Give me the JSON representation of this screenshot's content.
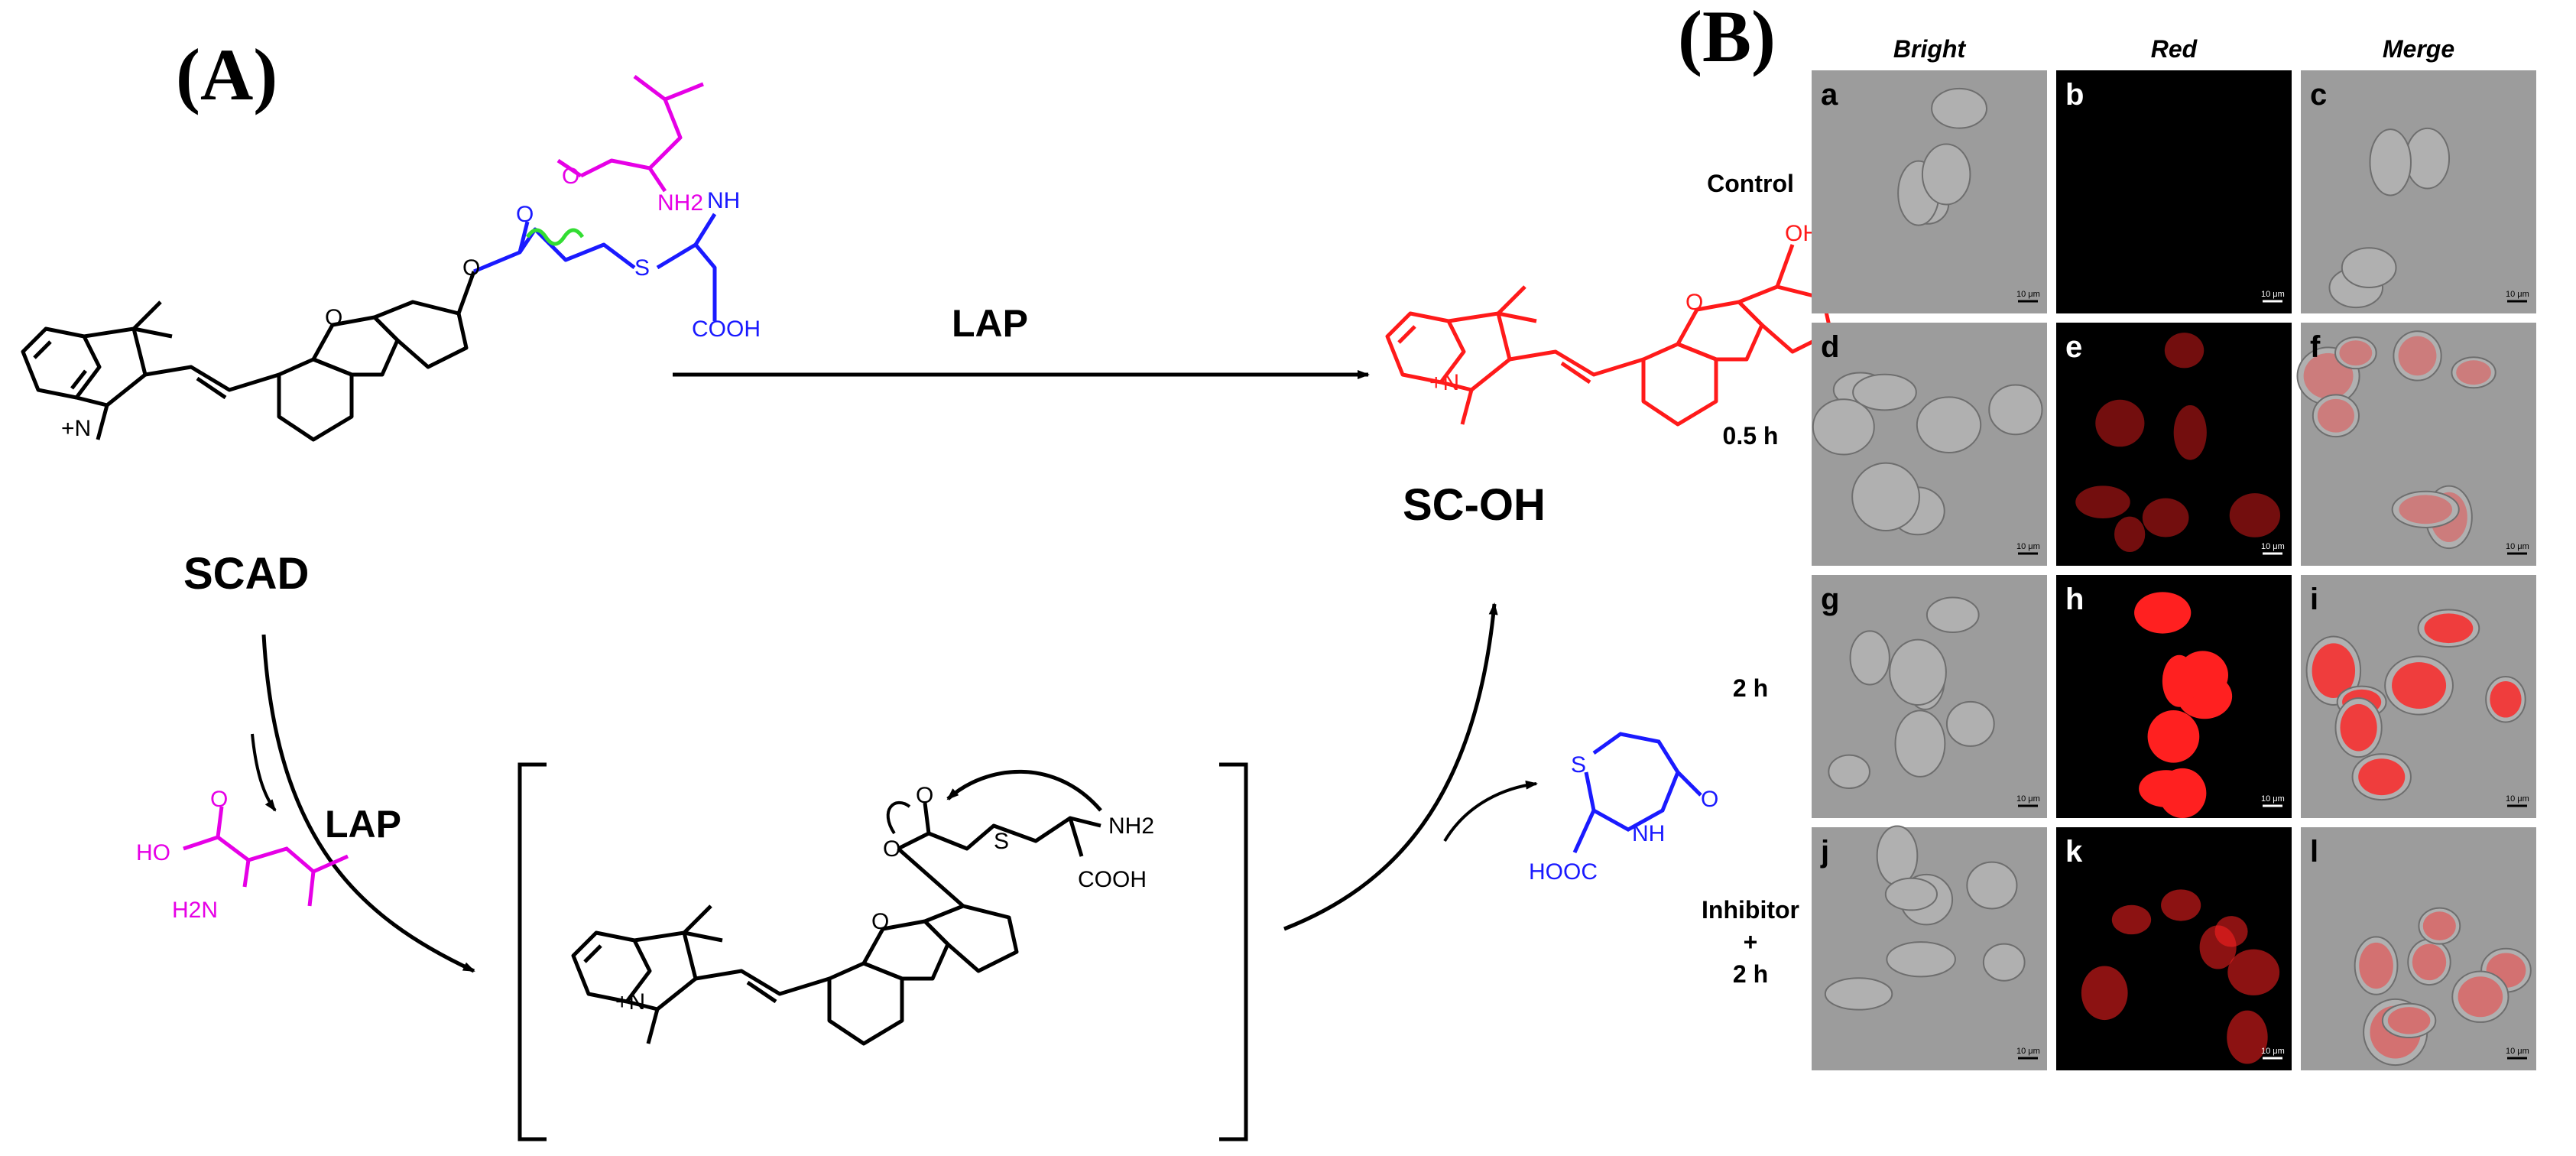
{
  "panel_a": {
    "label": "(A)",
    "reactant_name": "SCAD",
    "product_name": "SC-OH",
    "enzyme_label_top": "LAP",
    "enzyme_label_bottom": "LAP",
    "atoms": {
      "o": "O",
      "s": "S",
      "nh": "NH",
      "nh2": "NH2",
      "h2n": "H2N",
      "cooh": "COOH",
      "hooc": "HOOC",
      "ho": "HO",
      "oh": "OH",
      "n_plus": "+N"
    },
    "colors": {
      "leucine": "#e600e6",
      "cysteine_linker": "#1a1aff",
      "cleavage_mark": "#33dd33",
      "product": "#ff1a1a",
      "scaffold": "#000000"
    }
  },
  "panel_b": {
    "label": "(B)",
    "column_headers": [
      "Bright",
      "Red",
      "Merge"
    ],
    "row_labels": [
      "Control",
      "0.5 h",
      "2 h",
      "Inhibitor\n+\n2 h"
    ],
    "cells": [
      [
        "a",
        "b",
        "c"
      ],
      [
        "d",
        "e",
        "f"
      ],
      [
        "g",
        "h",
        "i"
      ],
      [
        "j",
        "k",
        "l"
      ]
    ],
    "scale_bar_label": "10 μm",
    "colors": {
      "bright_bg": "#9c9c9c",
      "red_bg": "#000000",
      "red_signal": "#ff2020"
    }
  }
}
